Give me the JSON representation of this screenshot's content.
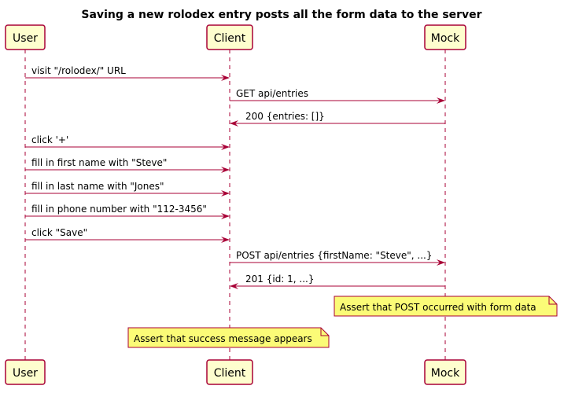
{
  "title": "Saving a new rolodex entry posts all the form data to the server",
  "participants": [
    {
      "id": "user",
      "label": "User"
    },
    {
      "id": "client",
      "label": "Client"
    },
    {
      "id": "mock",
      "label": "Mock"
    }
  ],
  "messages": [
    {
      "from": "user",
      "to": "client",
      "label": "visit \"/rolodex/\" URL"
    },
    {
      "from": "client",
      "to": "mock",
      "label": "GET api/entries"
    },
    {
      "from": "mock",
      "to": "client",
      "label": "200 {entries: []}"
    },
    {
      "from": "user",
      "to": "client",
      "label": "click '+'"
    },
    {
      "from": "user",
      "to": "client",
      "label": "fill in first name with \"Steve\""
    },
    {
      "from": "user",
      "to": "client",
      "label": "fill in last name with \"Jones\""
    },
    {
      "from": "user",
      "to": "client",
      "label": "fill in phone number with \"112-3456\""
    },
    {
      "from": "user",
      "to": "client",
      "label": "click \"Save\""
    },
    {
      "from": "client",
      "to": "mock",
      "label": "POST api/entries {firstName: \"Steve\", ...}"
    },
    {
      "from": "mock",
      "to": "client",
      "label": "201 {id: 1, ...}"
    }
  ],
  "notes": [
    {
      "over": "mock",
      "label": "Assert that POST occurred with form data"
    },
    {
      "over": "client",
      "label": "Assert that success message appears"
    }
  ],
  "colors": {
    "participant_fill": "#FEFECE",
    "participant_border": "#A80036",
    "arrow": "#A80036",
    "note_fill": "#FBFB77",
    "note_border": "#A80036"
  }
}
